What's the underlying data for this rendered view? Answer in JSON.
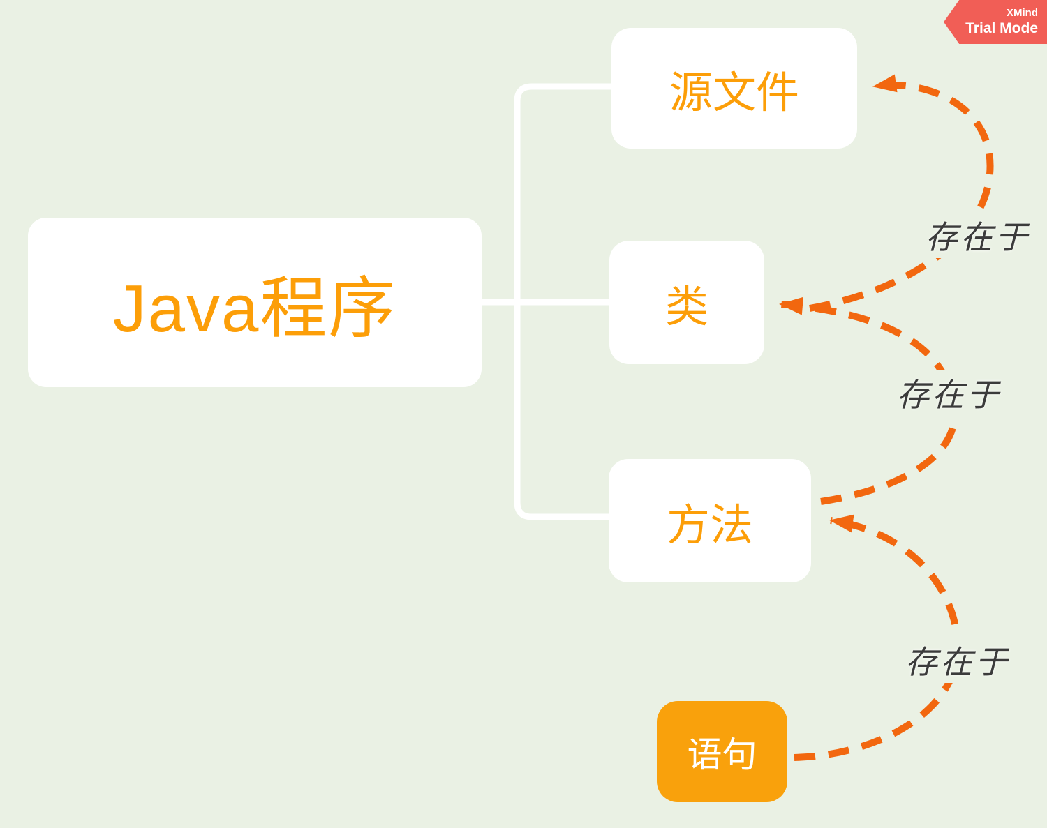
{
  "watermark": {
    "line1": "XMind",
    "line2": "Trial Mode"
  },
  "topics": {
    "root": {
      "label": "Java程序"
    },
    "children": [
      {
        "label": "源文件"
      },
      {
        "label": "类"
      },
      {
        "label": "方法"
      }
    ],
    "statement": {
      "label": "语句"
    }
  },
  "relationships": [
    {
      "label": "存在于",
      "from": "类",
      "to": "源文件"
    },
    {
      "label": "存在于",
      "from": "方法",
      "to": "类"
    },
    {
      "label": "存在于",
      "from": "语句",
      "to": "方法"
    }
  ],
  "colors": {
    "canvas": "#EAF1E4",
    "topic-fill": "#FFFFFF",
    "topic-text": "#FC9E08",
    "statement-fill": "#F9A10C",
    "statement-text": "#FFFFFF",
    "relationship": "#F2670F",
    "label-text": "#3B3B3B",
    "connector": "#FFFFFF",
    "watermark-fill": "#F15E56",
    "watermark-text": "#FFFFFF"
  }
}
